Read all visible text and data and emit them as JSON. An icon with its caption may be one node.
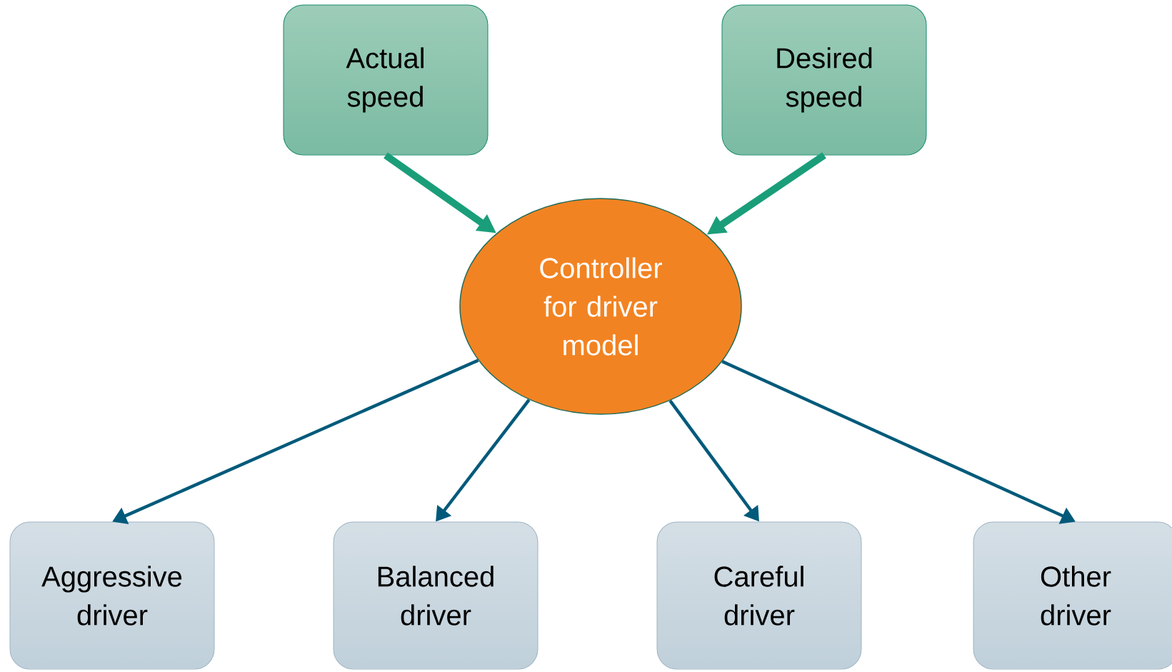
{
  "diagram": {
    "nodes": [
      {
        "text": [
          "Actual speed"
        ]
      },
      {
        "text": [
          "Desired speed"
        ]
      },
      {
        "text": [
          "Controller for driver model"
        ]
      },
      {
        "text": [
          "Aggressive driver"
        ]
      },
      {
        "text": [
          "Balanced driver"
        ]
      },
      {
        "text": [
          "Careful driver"
        ]
      },
      {
        "text": [
          "Other driver"
        ]
      }
    ],
    "edges": [
      {
        "from": 0,
        "to": 2,
        "arrow": "to",
        "style": "thick",
        "color": "#1a9e7a"
      },
      {
        "from": 1,
        "to": 2,
        "arrow": "to",
        "style": "thick",
        "color": "#1a9e7a"
      },
      {
        "from": 2,
        "to": 3,
        "arrow": "to"
      },
      {
        "from": 2,
        "to": 4,
        "arrow": "to"
      },
      {
        "from": 2,
        "to": 5,
        "arrow": "to"
      },
      {
        "from": 2,
        "to": 6,
        "arrow": "to"
      }
    ]
  }
}
